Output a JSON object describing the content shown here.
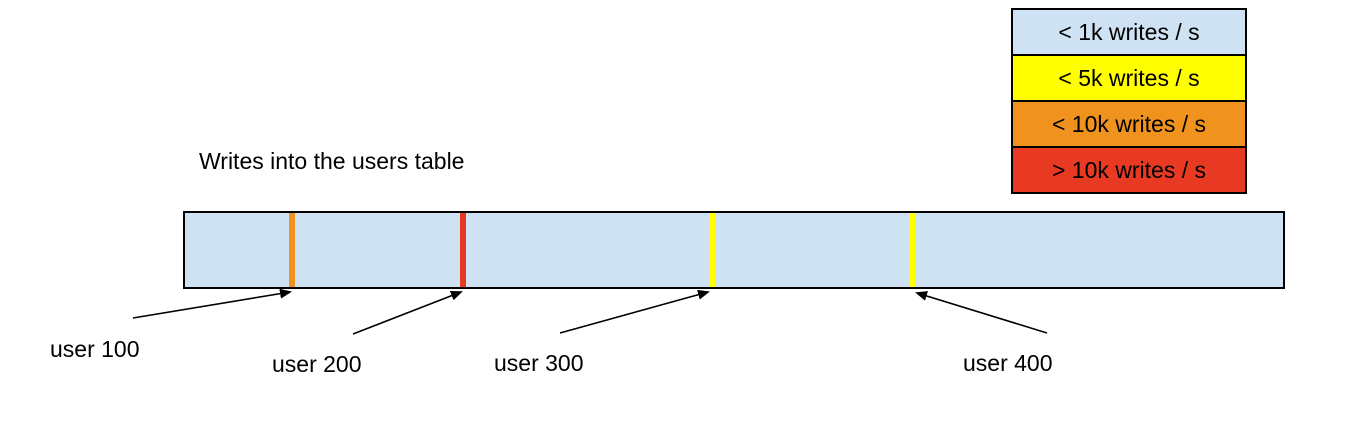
{
  "title": "Writes into the users table",
  "legend": [
    {
      "label": "< 1k writes / s",
      "color": "#CFE2F3"
    },
    {
      "label": "< 5k writes / s",
      "color": "#FFFF00"
    },
    {
      "label": "< 10k writes / s",
      "color": "#F0921E"
    },
    {
      "label": "> 10k writes / s",
      "color": "#E83A23"
    }
  ],
  "bar": {
    "fill_color": "#CFE2F3",
    "fill_meaning": "< 1k writes / s",
    "markers": [
      {
        "user": "user 100",
        "rate": "< 10k writes / s",
        "color": "#F0921E",
        "position_pct": 9.6
      },
      {
        "user": "user 200",
        "rate": "> 10k writes / s",
        "color": "#E83A23",
        "position_pct": 25.2
      },
      {
        "user": "user 300",
        "rate": "< 5k writes / s",
        "color": "#FFFF00",
        "position_pct": 47.9
      },
      {
        "user": "user 400",
        "rate": "< 5k writes / s",
        "color": "#FFFF00",
        "position_pct": 66.1
      }
    ]
  },
  "labels": {
    "user100": "user 100",
    "user200": "user 200",
    "user300": "user 300",
    "user400": "user 400"
  }
}
